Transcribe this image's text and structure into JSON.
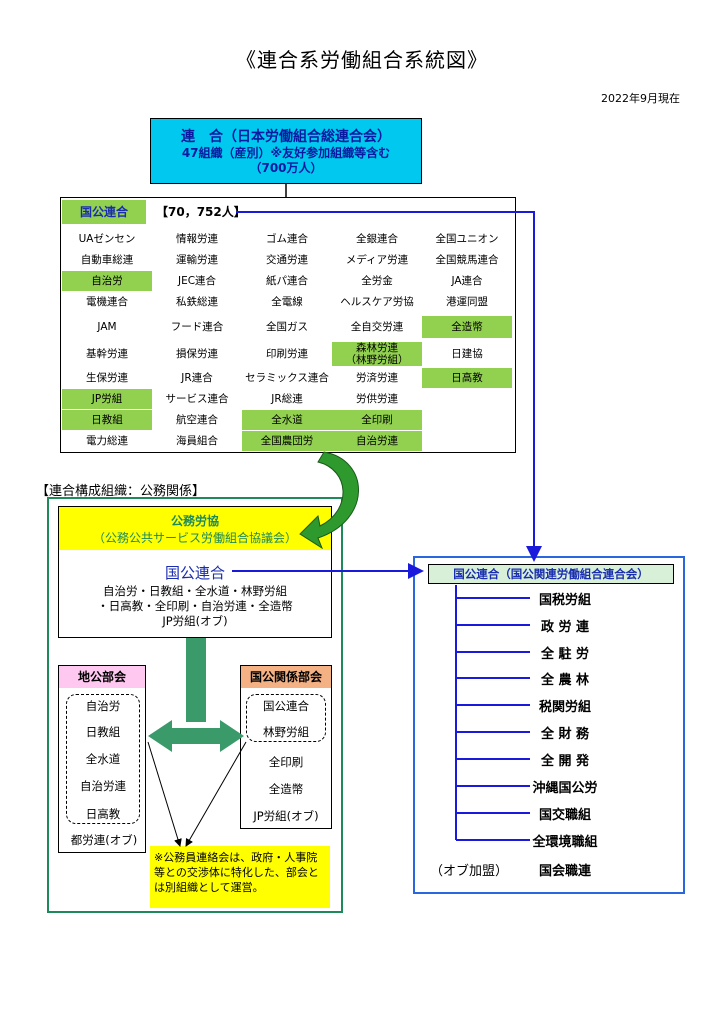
{
  "title": "《連合系労働組合系統図》",
  "date": "2022年9月現在",
  "rengo": {
    "line1": "連　合（日本労働組合総連合会）",
    "line2": "47組織（産別）※友好参加組織等含む",
    "line3": "（700万人）"
  },
  "kokoren": {
    "label": "国公連合",
    "count": "【70，752人】"
  },
  "member_rows": [
    [
      "UAゼンセン",
      "情報労連",
      "ゴム連合",
      "全銀連合",
      "全国ユニオン"
    ],
    [
      "自動車総連",
      "運輸労連",
      "交通労連",
      "メディア労連",
      "全国競馬連合"
    ],
    [
      "自治労",
      "JEC連合",
      "紙パ連合",
      "全労金",
      "JA連合"
    ],
    [
      "電機連合",
      "私鉄総連",
      "全電線",
      "ヘルスケア労協",
      "港運同盟"
    ],
    [
      "JAM",
      "フード連合",
      "全国ガス",
      "全自交労連",
      "全造幣"
    ],
    [
      "基幹労連",
      "損保労連",
      "印刷労連",
      "森林労連\n（林野労組）",
      "日建協"
    ],
    [
      "生保労連",
      "JR連合",
      "セラミックス連合",
      "労済労連",
      "日高教"
    ],
    [
      "JP労組",
      "サービス連合",
      "JR総連",
      "労供労連",
      ""
    ],
    [
      "日教組",
      "航空連合",
      "全水道",
      "全印刷",
      ""
    ],
    [
      "電力総連",
      "海員組合",
      "全国農団労",
      "自治労連",
      ""
    ]
  ],
  "member_highlights": [
    [
      false,
      false,
      false,
      false,
      false
    ],
    [
      false,
      false,
      false,
      false,
      false
    ],
    [
      true,
      false,
      false,
      false,
      false
    ],
    [
      false,
      false,
      false,
      false,
      false
    ],
    [
      false,
      false,
      false,
      false,
      true
    ],
    [
      false,
      false,
      false,
      true,
      false
    ],
    [
      false,
      false,
      false,
      false,
      true
    ],
    [
      true,
      false,
      false,
      false,
      false
    ],
    [
      true,
      false,
      true,
      true,
      false
    ],
    [
      false,
      false,
      true,
      true,
      false
    ]
  ],
  "koumu_heading": "【連合構成組織：公務関係】",
  "koumu": {
    "title": "公務労協",
    "subtitle": "（公務公共サービス労働組合協議会）",
    "kokoren": "国公連合",
    "members_line1": "自治労・日教組・全水道・林野労組",
    "members_line2": "・日高教・全印刷・自治労連・全造幣",
    "members_line3": "JP労組(オブ)"
  },
  "chikou": {
    "head": "地公部会",
    "items": [
      "自治労",
      "日教組",
      "全水道",
      "自治労連",
      "日高教",
      "都労連(オブ)"
    ]
  },
  "kokan": {
    "head": "国公関係部会",
    "items": [
      "国公連合",
      "林野労組",
      "全印刷",
      "全造幣",
      "JP労組(オブ)"
    ]
  },
  "note": "※公務員連絡会は、政府・人事院等との交渉体に特化した、部会とは別組織として運営。",
  "kokoren_full": {
    "head": "国公連合（国公関連労働組合連合会）",
    "unions": [
      "国税労組",
      "政 労 連",
      "全 駐 労",
      "全 農 林",
      "税関労組",
      "全 財 務",
      "全 開 発",
      "沖縄国公労",
      "国交職組",
      "全環境職組"
    ],
    "ob_label": "（オブ加盟）",
    "ob_union": "国会職連"
  },
  "colors": {
    "rengo_fill": "#00c8ee",
    "highlight_green": "#92d050",
    "koumu_green": "#1e8a5a",
    "blue_link": "#1a2db0",
    "chikou_pink": "#ffc8f0",
    "kokan_orange": "#f4b183",
    "note_yellow": "#ffff00"
  }
}
